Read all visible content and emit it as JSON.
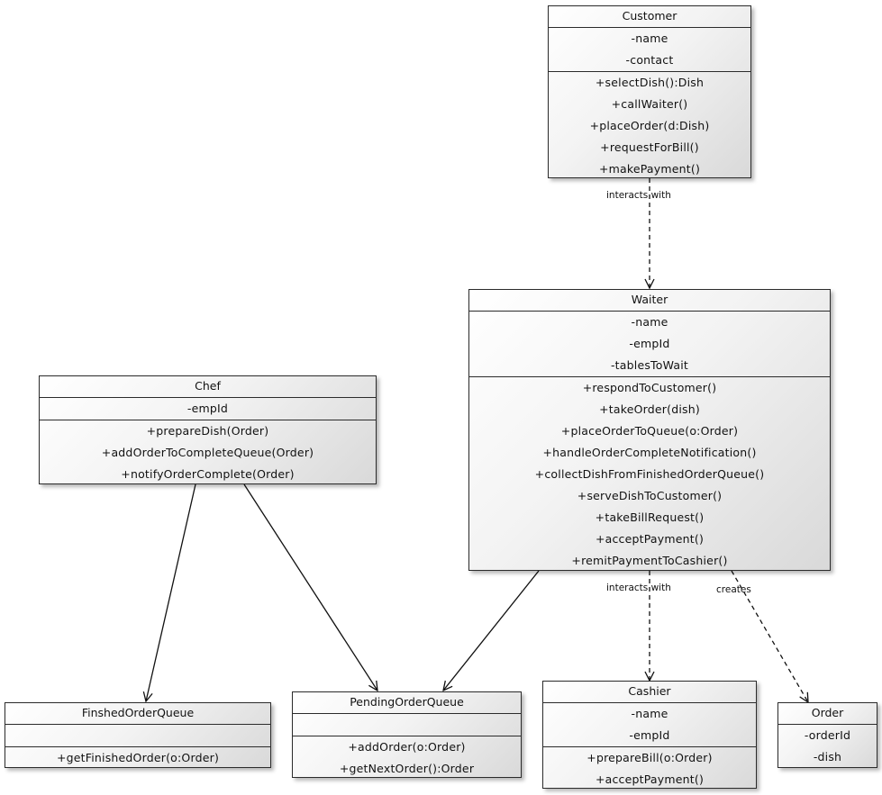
{
  "classes": {
    "customer": {
      "name": "Customer",
      "attributes": [
        "-name",
        "-contact"
      ],
      "operations": [
        "+selectDish():Dish",
        "+callWaiter()",
        "+placeOrder(d:Dish)",
        "+requestForBill()",
        "+makePayment()"
      ]
    },
    "waiter": {
      "name": "Waiter",
      "attributes": [
        "-name",
        "-empId",
        "-tablesToWait"
      ],
      "operations": [
        "+respondToCustomer()",
        "+takeOrder(dish)",
        "+placeOrderToQueue(o:Order)",
        "+handleOrderCompleteNotification()",
        "+collectDishFromFinishedOrderQueue()",
        "+serveDishToCustomer()",
        "+takeBillRequest()",
        "+acceptPayment()",
        "+remitPaymentToCashier()"
      ]
    },
    "chef": {
      "name": "Chef",
      "attributes": [
        "-empId"
      ],
      "operations": [
        "+prepareDish(Order)",
        "+addOrderToCompleteQueue(Order)",
        "+notifyOrderComplete(Order)"
      ]
    },
    "finished_queue": {
      "name": "FinshedOrderQueue",
      "attributes": [],
      "operations": [
        "+getFinishedOrder(o:Order)"
      ]
    },
    "pending_queue": {
      "name": "PendingOrderQueue",
      "attributes": [],
      "operations": [
        "+addOrder(o:Order)",
        "+getNextOrder():Order"
      ]
    },
    "cashier": {
      "name": "Cashier",
      "attributes": [
        "-name",
        "-empId"
      ],
      "operations": [
        "+prepareBill(o:Order)",
        "+acceptPayment()"
      ]
    },
    "order": {
      "name": "Order",
      "attributes": [
        "-orderId",
        "-dish"
      ],
      "operations": []
    }
  },
  "relations": {
    "customer_waiter": "interacts with",
    "waiter_cashier": "interacts with",
    "waiter_order": "creates"
  }
}
